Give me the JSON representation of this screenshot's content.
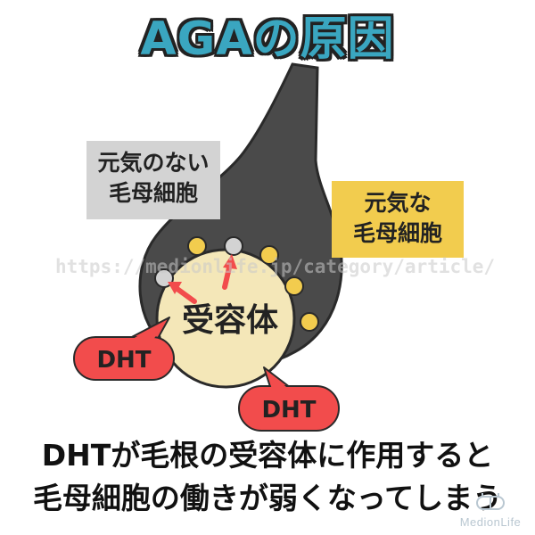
{
  "title": "AGAの原因",
  "labels": {
    "weak_cells_line1": "元気のない",
    "weak_cells_line2": "毛母細胞",
    "healthy_cells_line1": "元気な",
    "healthy_cells_line2": "毛母細胞",
    "receptor": "受容体",
    "dht_left": "DHT",
    "dht_right": "DHT"
  },
  "watermark": "https://medionlife.jp/category/article/",
  "caption": {
    "line1": "DHTが毛根の受容体に作用すると",
    "line2": "毛母細胞の働きが弱くなってしまう"
  },
  "logo": {
    "text": "MedionLife"
  },
  "colors": {
    "hair_follicle": "#4a4a4a",
    "title_fill": "#3aa6c0",
    "receptor_fill": "#f4e7b8",
    "healthy_cell": "#f2cc4e",
    "weak_cell": "#d3d3d3",
    "dht_bubble": "#f24c4c",
    "arrow": "#f24c4c"
  }
}
